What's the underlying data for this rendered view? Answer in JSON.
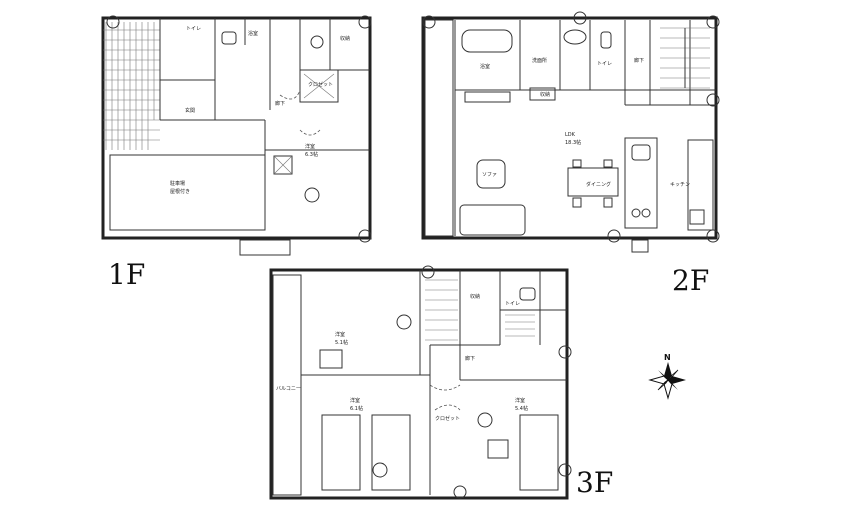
{
  "floor_labels": {
    "f1": "1F",
    "f2": "2F",
    "f3": "3F"
  },
  "compass": {
    "north": "N"
  },
  "floor1": {
    "parking": "駐車場",
    "garage_note": "屋根付き",
    "bath": "浴室",
    "toilet": "トイレ",
    "storage": "収納",
    "entrance": "玄関",
    "closet": "クロゼット",
    "hall": "廊下",
    "room": "洋室",
    "room_size": "6.3帖"
  },
  "floor2": {
    "bath": "浴室",
    "washroom": "洗面所",
    "toilet": "トイレ",
    "ldk": "LDK",
    "ldk_size": "18.3帖",
    "sofa": "ソファ",
    "dining": "ダイニング",
    "kitchen": "キッチン",
    "hall": "廊下",
    "storage": "収納"
  },
  "floor3": {
    "room_a": "洋室",
    "room_a_size": "5.1帖",
    "room_b": "洋室",
    "room_b_size": "6.1帖",
    "room_c": "洋室",
    "room_c_size": "5.4帖",
    "closet": "クロゼット",
    "hall": "廊下",
    "toilet": "トイレ",
    "storage": "収納",
    "balcony": "バルコニー"
  }
}
